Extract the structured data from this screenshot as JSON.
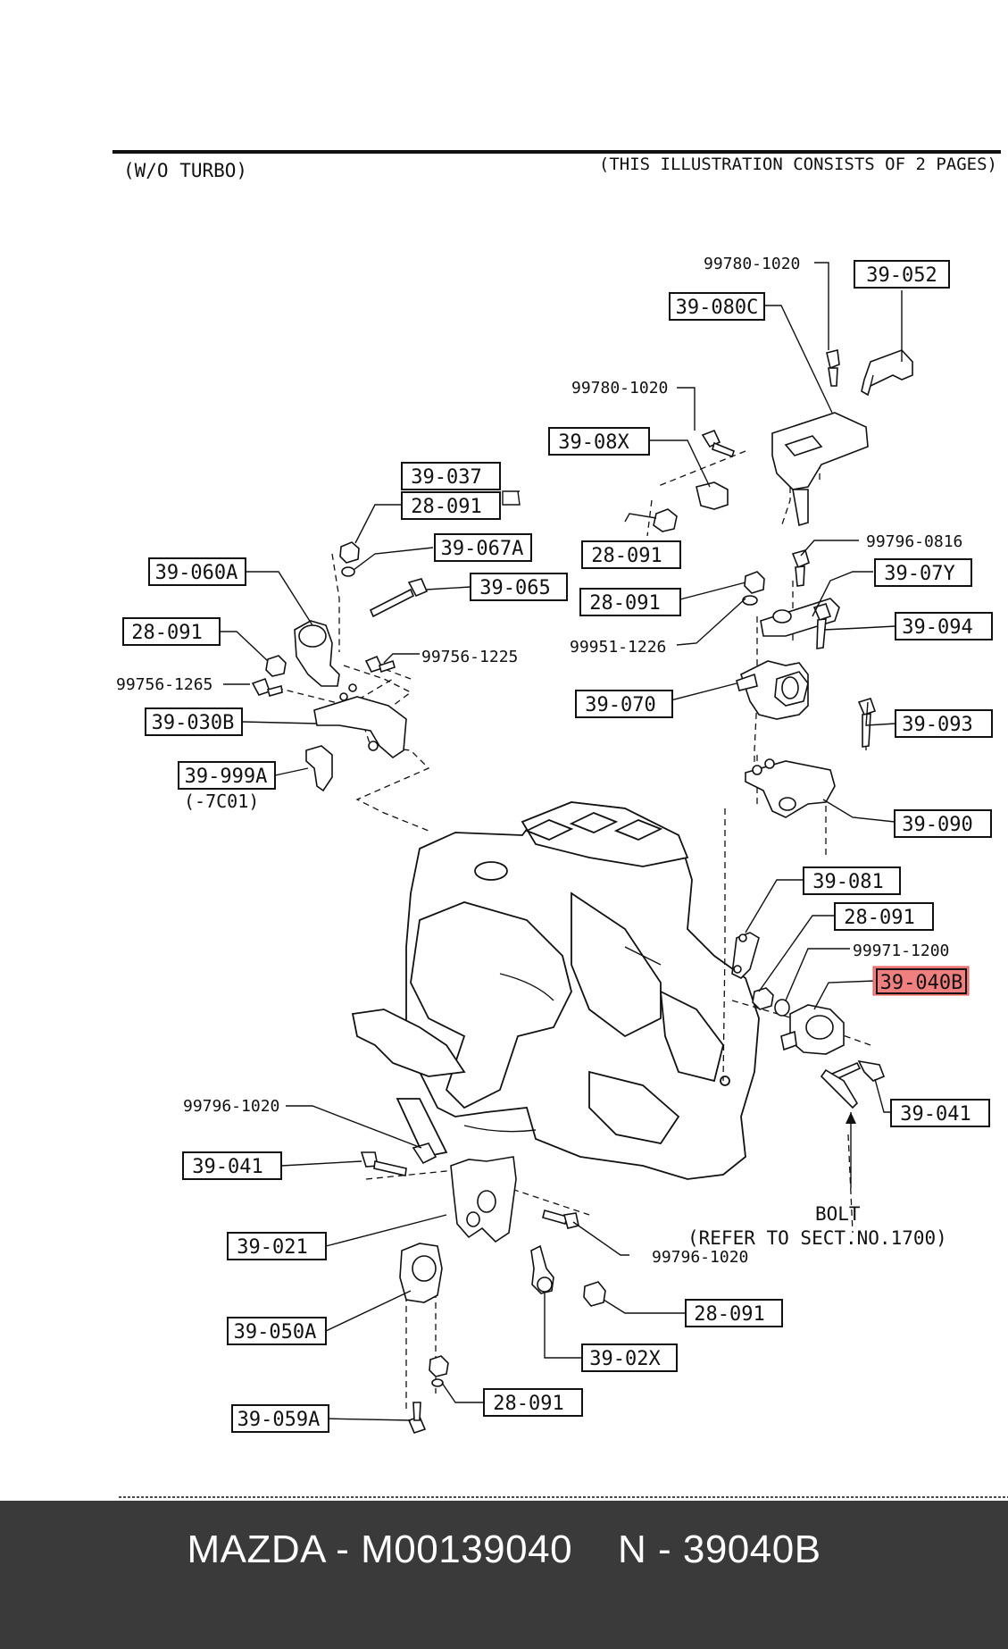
{
  "header": {
    "left": "(W/O TURBO)",
    "right": "(THIS ILLUSTRATION CONSISTS OF  2 PAGES)"
  },
  "colors": {
    "highlight": "#f08080",
    "bar": "#3a3a3a",
    "line": "#111111"
  },
  "boxed_labels": {
    "l39052": "39-052",
    "l39080c": "39-080C",
    "l3908x": "39-08X",
    "l28091a": "28-091",
    "l28091b": "28-091",
    "l3907y": "39-07Y",
    "l39094": "39-094",
    "l39070": "39-070",
    "l39093": "39-093",
    "l39090": "39-090",
    "l39081": "39-081",
    "l28091c": "28-091",
    "l39040b": "39-040B",
    "l39041r": "39-041",
    "l39037": "39-037",
    "l28091d": "28-091",
    "l39067a": "39-067A",
    "l39060a": "39-060A",
    "l39065": "39-065",
    "l28091e": "28-091",
    "l39030b": "39-030B",
    "l39999a": "39-999A",
    "l39041l": "39-041",
    "l39021": "39-021",
    "l39050a": "39-050A",
    "l39059a": "39-059A",
    "l28091f": "28-091",
    "l3902x": "39-02X",
    "l28091g": "28-091"
  },
  "plain_labels": {
    "p997801020a": "99780-1020",
    "p997801020b": "99780-1020",
    "p997960816": "99796-0816",
    "p999511226": "99951-1226",
    "p997561225": "99756-1225",
    "p997561265": "99756-1265",
    "p7c01": "(-7C01)",
    "p999711200": "99971-1200",
    "p997961020a": "99796-1020",
    "p997961020b": "99796-1020",
    "bolt": "BOLT",
    "refer": "(REFER TO SECT.NO.1700)"
  },
  "footer": {
    "brand": "MAZDA",
    "part_number": "M00139040",
    "catalog_number": "N - 39040B",
    "sep": " - ",
    "gap": "    "
  }
}
